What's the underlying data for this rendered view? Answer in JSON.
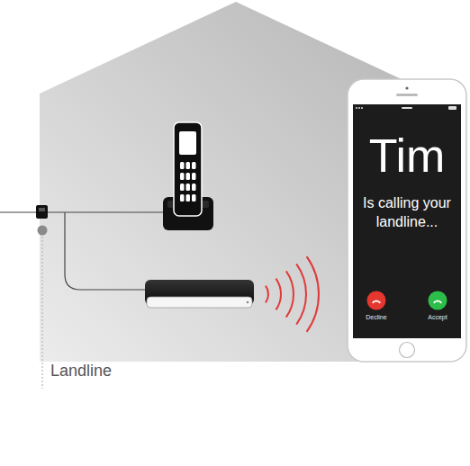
{
  "diagram": {
    "nodes": [
      {
        "text": [
          "Tim",
          "Is calling your landline..."
        ]
      },
      {
        "text": [
          "Decline"
        ],
        "in": 0
      },
      {
        "text": [
          "Accept"
        ],
        "in": 0
      }
    ],
    "labels": [
      "Landline"
    ]
  }
}
